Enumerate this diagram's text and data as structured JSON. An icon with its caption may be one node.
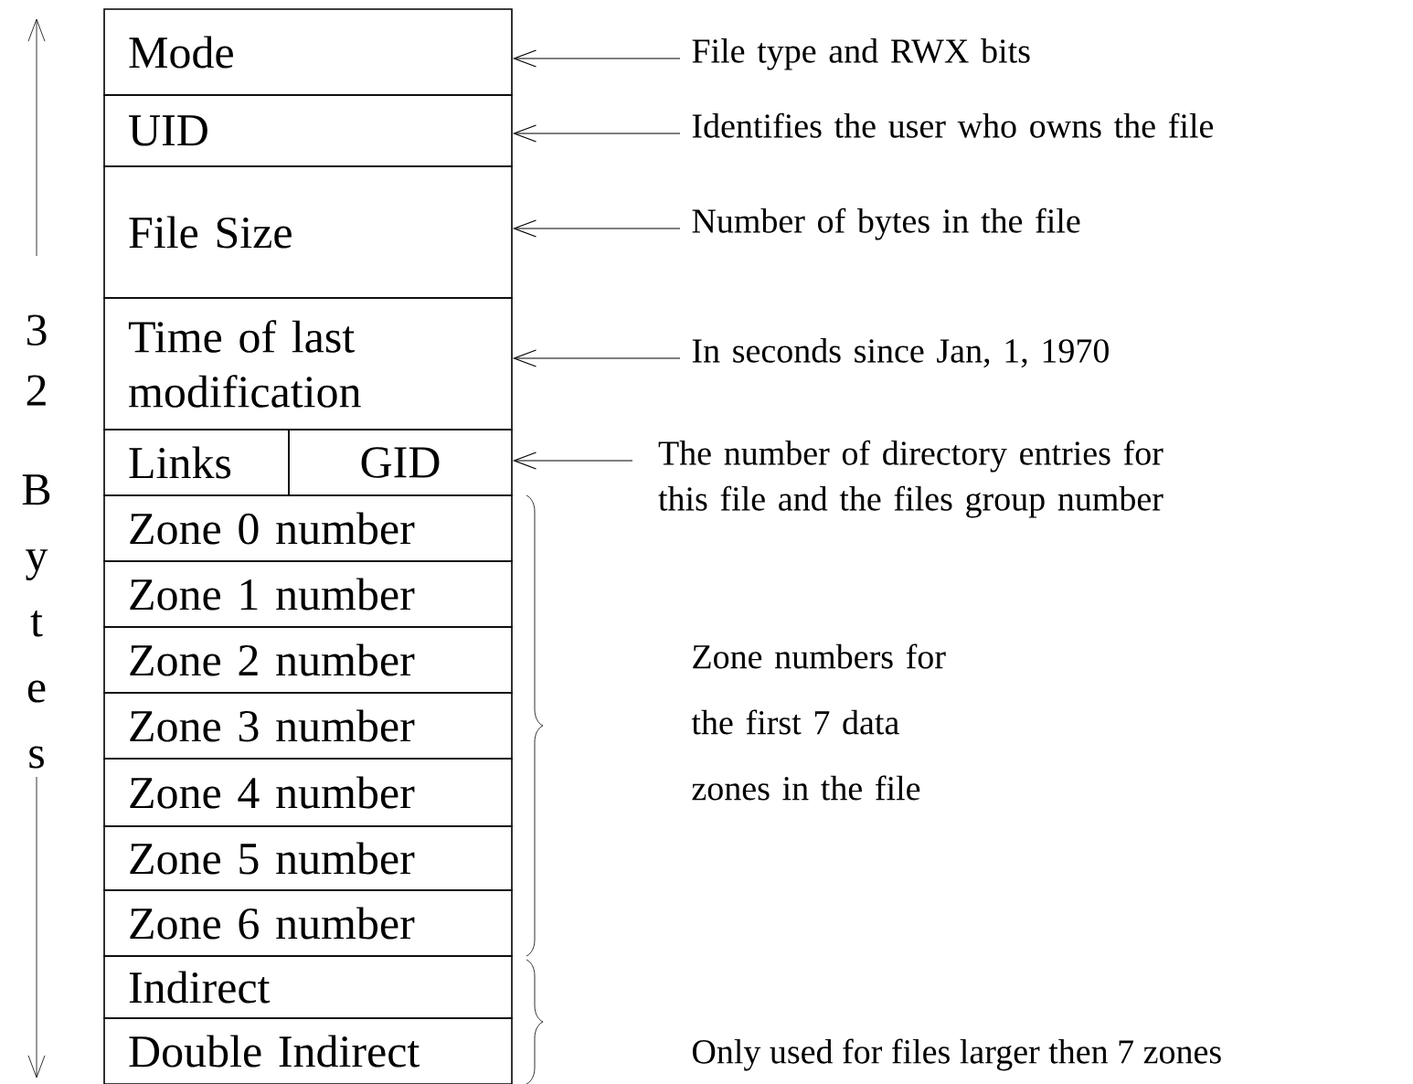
{
  "diagram": {
    "nodes": [
      {
        "text": [
          "Mode"
        ]
      },
      {
        "text": [
          "UID"
        ]
      },
      {
        "text": [
          "File Size"
        ]
      },
      {
        "text": [
          "Time of last modification"
        ]
      },
      {
        "text": [
          "Links"
        ]
      },
      {
        "text": [
          "GID"
        ]
      },
      {
        "text": [
          "Zone 0 number"
        ]
      },
      {
        "text": [
          "Zone 1 number"
        ]
      },
      {
        "text": [
          "Zone 2 number"
        ]
      },
      {
        "text": [
          "Zone 3 number"
        ]
      },
      {
        "text": [
          "Zone 4 number"
        ]
      },
      {
        "text": [
          "Zone 5 number"
        ]
      },
      {
        "text": [
          "Zone 6 number"
        ]
      },
      {
        "text": [
          "Indirect"
        ]
      },
      {
        "text": [
          "Double Indirect"
        ]
      },
      {
        "text": [
          "File type and RWX bits"
        ]
      },
      {
        "text": [
          "Identifies the user who owns the file"
        ]
      },
      {
        "text": [
          "Number of bytes in the file"
        ]
      },
      {
        "text": [
          "In seconds since Jan, 1, 1970"
        ]
      },
      {
        "text": [
          "The number of directory entries for this file and the files group number"
        ]
      }
    ],
    "edges": [
      {
        "from": 15,
        "to": 0,
        "arrow": "to"
      },
      {
        "from": 16,
        "to": 1,
        "arrow": "to"
      },
      {
        "from": 17,
        "to": 2,
        "arrow": "to"
      },
      {
        "from": 18,
        "to": 3,
        "arrow": "to"
      },
      {
        "from": 19,
        "to": 5,
        "arrow": "to"
      }
    ],
    "labels": [
      "32",
      "Bytes",
      "Zone numbers for the first 7 data zones in the file",
      "Only used for files larger then 7 zones"
    ]
  }
}
